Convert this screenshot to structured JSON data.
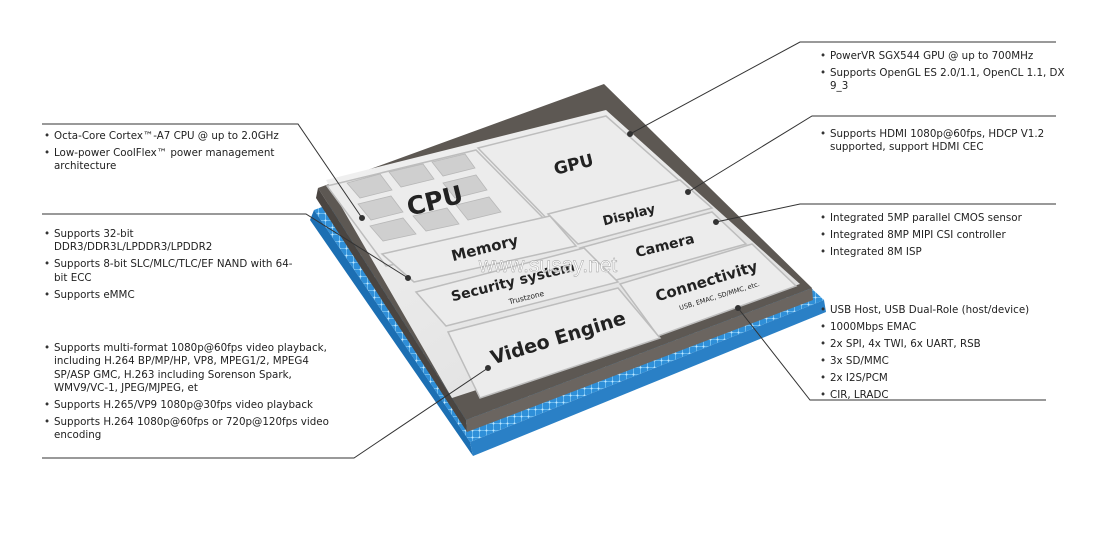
{
  "diagram": {
    "blocks": {
      "cpu": "CPU",
      "gpu": "GPU",
      "display": "Display",
      "memory": "Memory",
      "camera": "Camera",
      "security": "Security system",
      "trustzone": "Trustzone",
      "connectivity": "Connectivity",
      "connectivity_sub": "USB, EMAC, SD/MMC, etc.",
      "video": "Video Engine"
    },
    "watermark": "www.susay.net"
  },
  "notes": {
    "cpu": [
      "Octa-Core Cortex™-A7 CPU @ up to 2.0GHz",
      "Low-power CoolFlex™ power management architecture"
    ],
    "memory": [
      "Supports 32-bit DDR3/DDR3L/LPDDR3/LPDDR2",
      "Supports 8-bit SLC/MLC/TLC/EF NAND with 64-bit ECC",
      "Supports eMMC"
    ],
    "video": [
      "Supports multi-format 1080p@60fps video playback, including H.264 BP/MP/HP, VP8, MPEG1/2, MPEG4 SP/ASP GMC, H.263 including Sorenson Spark, WMV9/VC-1, JPEG/MJPEG, et",
      "Supports H.265/VP9 1080p@30fps video playback",
      "Supports H.264 1080p@60fps or 720p@120fps video encoding"
    ],
    "gpu": [
      "PowerVR SGX544 GPU @ up to 700MHz",
      "Supports OpenGL ES 2.0/1.1, OpenCL 1.1, DX 9_3"
    ],
    "display": [
      "Supports HDMI 1080p@60fps, HDCP V1.2 supported, support HDMI CEC"
    ],
    "camera": [
      "Integrated 5MP parallel CMOS sensor",
      "Integrated 8MP MIPI CSI controller",
      "Integrated 8M ISP"
    ],
    "connectivity": [
      "USB Host, USB Dual-Role (host/device)",
      "1000Mbps EMAC",
      "2x SPI, 4x TWI, 6x UART, RSB",
      "3x SD/MMC",
      "2x I2S/PCM",
      "CIR, LRADC"
    ]
  }
}
